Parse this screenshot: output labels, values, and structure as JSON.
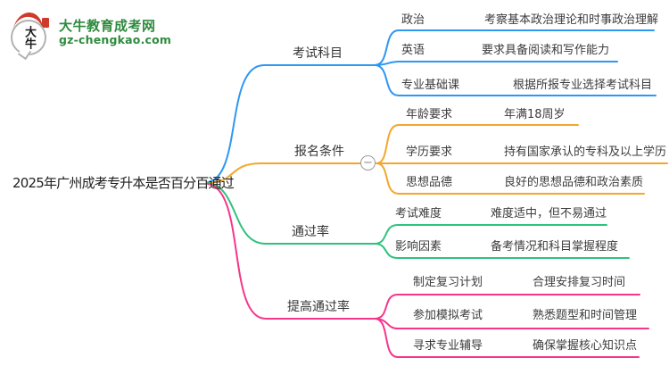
{
  "logo": {
    "icon_text": "大牛",
    "title": "大牛教育成考网",
    "domain": "gz-chengkao.com",
    "brand_color": "#2e8b3d",
    "icon_red": "#cf3a2b"
  },
  "central_topic": {
    "label": "2025年广州成考专升本是否百分百通过"
  },
  "collapse_button": {
    "glyph": "−"
  },
  "branches": [
    {
      "label": "考试科目",
      "color": "#2e97f2",
      "children": [
        {
          "label": "政治",
          "detail": "考察基本政治理论和时事政治理解"
        },
        {
          "label": "英语",
          "detail": "要求具备阅读和写作能力"
        },
        {
          "label": "专业基础课",
          "detail": "根据所报专业选择考试科目"
        }
      ]
    },
    {
      "label": "报名条件",
      "color": "#f5a62b",
      "children": [
        {
          "label": "年龄要求",
          "detail": "年满18周岁"
        },
        {
          "label": "学历要求",
          "detail": "持有国家承认的专科及以上学历"
        },
        {
          "label": "思想品德",
          "detail": "良好的思想品德和政治素质"
        }
      ]
    },
    {
      "label": "通过率",
      "color": "#2ec27e",
      "children": [
        {
          "label": "考试难度",
          "detail": "难度适中，但不易通过"
        },
        {
          "label": "影响因素",
          "detail": "备考情况和科目掌握程度"
        }
      ]
    },
    {
      "label": "提高通过率",
      "color": "#f5368b",
      "children": [
        {
          "label": "制定复习计划",
          "detail": "合理安排复习时间"
        },
        {
          "label": "参加模拟考试",
          "detail": "熟悉题型和时间管理"
        },
        {
          "label": "寻求专业辅导",
          "detail": "确保掌握核心知识点"
        }
      ]
    }
  ]
}
